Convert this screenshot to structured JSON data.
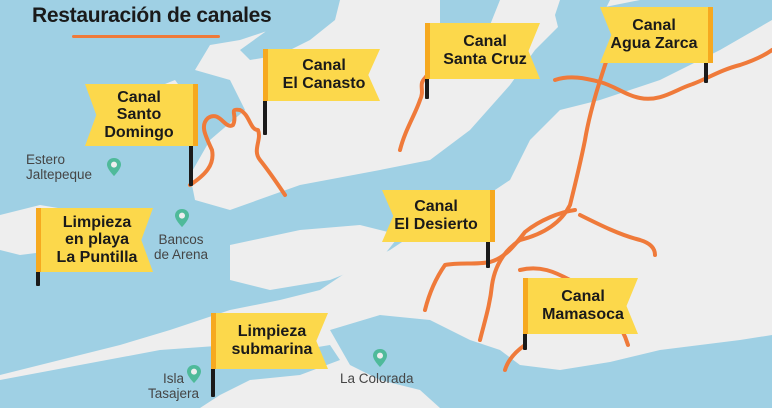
{
  "title": "Restauración de canales",
  "colors": {
    "water": "#9fd0e4",
    "land": "#eeeeee",
    "canal": "#ef7a3a",
    "flag": "#fcd84b",
    "flag_stripe": "#f6a91f",
    "pin": "#4fba9a"
  },
  "flags": [
    {
      "id": "santo-domingo",
      "label": "Canal\nSanto\nDomingo"
    },
    {
      "id": "el-canasto",
      "label": "Canal\nEl Canasto"
    },
    {
      "id": "santa-cruz",
      "label": "Canal\nSanta Cruz"
    },
    {
      "id": "agua-zarca",
      "label": "Canal\nAgua Zarca"
    },
    {
      "id": "el-desierto",
      "label": "Canal\nEl Desierto"
    },
    {
      "id": "mamasoca",
      "label": "Canal\nMamasoca"
    },
    {
      "id": "la-puntilla",
      "label": "Limpieza\nen playa\nLa Puntilla"
    },
    {
      "id": "submarina",
      "label": "Limpieza\nsubmarina"
    }
  ],
  "places": [
    {
      "id": "estero-jaltepeque",
      "label": "Estero\nJaltepeque",
      "icon": "location-pin-icon"
    },
    {
      "id": "bancos-de-arena",
      "label": "Bancos\nde Arena",
      "icon": "location-pin-icon"
    },
    {
      "id": "isla-tasajera",
      "label": "Isla\nTasajera",
      "icon": "location-pin-icon"
    },
    {
      "id": "la-colorada",
      "label": "La Colorada",
      "icon": "location-pin-icon"
    }
  ]
}
